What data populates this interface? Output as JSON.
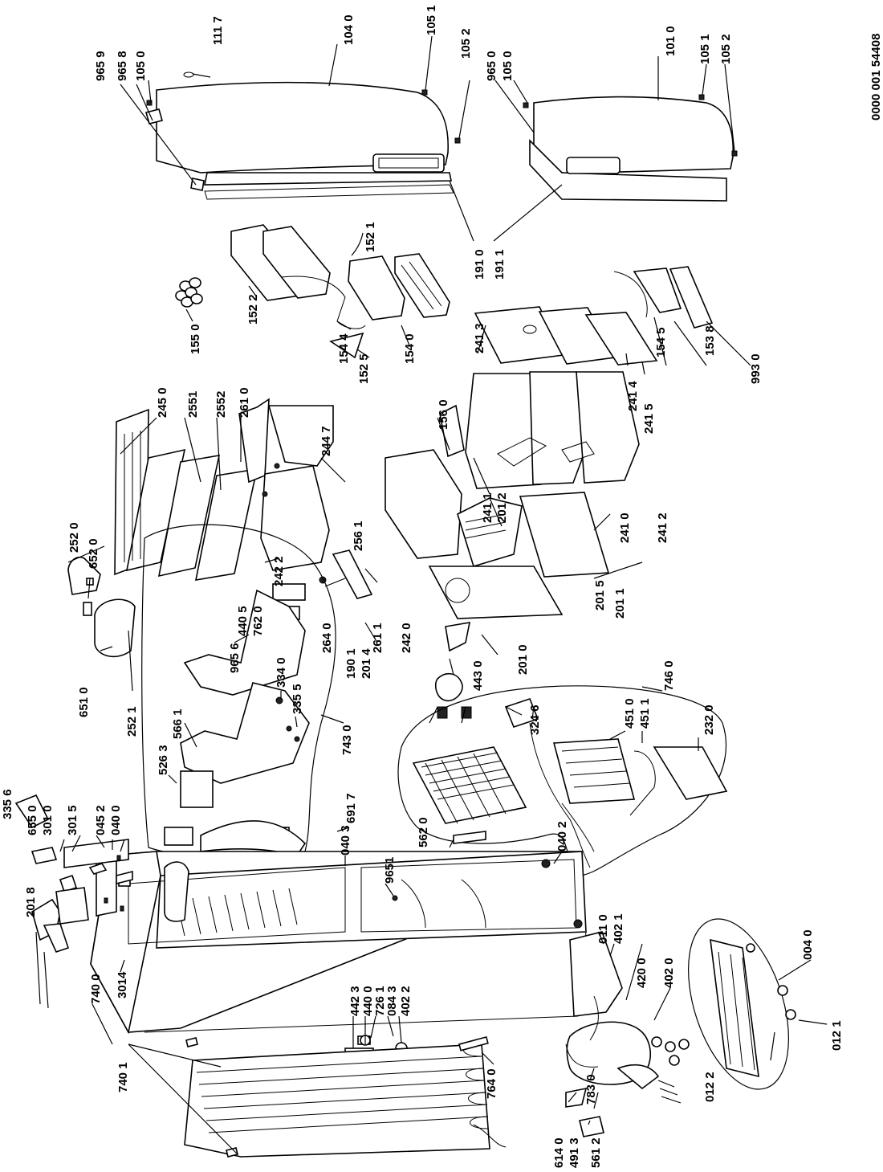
{
  "document_number": "0000 001 54408",
  "parts": [
    {
      "id": "p1117",
      "label": "111 7"
    },
    {
      "id": "p1040",
      "label": "104 0"
    },
    {
      "id": "p1051a",
      "label": "105 1"
    },
    {
      "id": "p1052a",
      "label": "105 2"
    },
    {
      "id": "p9659",
      "label": "965 9"
    },
    {
      "id": "p9658",
      "label": "965 8"
    },
    {
      "id": "p1050a",
      "label": "105 0"
    },
    {
      "id": "p9650",
      "label": "965 0"
    },
    {
      "id": "p1050b",
      "label": "105 0"
    },
    {
      "id": "p1010",
      "label": "101 0"
    },
    {
      "id": "p1051b",
      "label": "105 1"
    },
    {
      "id": "p1052b",
      "label": "105 2"
    },
    {
      "id": "p1521",
      "label": "152 1"
    },
    {
      "id": "p1910",
      "label": "191 0"
    },
    {
      "id": "p1911",
      "label": "191 1"
    },
    {
      "id": "p1522",
      "label": "152 2"
    },
    {
      "id": "p1550",
      "label": "155 0"
    },
    {
      "id": "p1544",
      "label": "154 4"
    },
    {
      "id": "p1525",
      "label": "152 5"
    },
    {
      "id": "p1540",
      "label": "154 0"
    },
    {
      "id": "p2413",
      "label": "241 3"
    },
    {
      "id": "p2414",
      "label": "241 4"
    },
    {
      "id": "p2415",
      "label": "241 5"
    },
    {
      "id": "p1545",
      "label": "154 5"
    },
    {
      "id": "p1538",
      "label": "153 8"
    },
    {
      "id": "p9930",
      "label": "993 0"
    },
    {
      "id": "p2450",
      "label": "245 0"
    },
    {
      "id": "p2551",
      "label": "2551"
    },
    {
      "id": "p2552",
      "label": "2552"
    },
    {
      "id": "p2610",
      "label": "261 0"
    },
    {
      "id": "p2447",
      "label": "244 7"
    },
    {
      "id": "p1560",
      "label": "156 0"
    },
    {
      "id": "p2411",
      "label": "241 1"
    },
    {
      "id": "p2012",
      "label": "201 2"
    },
    {
      "id": "p2410",
      "label": "241 0"
    },
    {
      "id": "p2412",
      "label": "241 2"
    },
    {
      "id": "p2520",
      "label": "252 0"
    },
    {
      "id": "p6520",
      "label": "652 0"
    },
    {
      "id": "p2422",
      "label": "242 2"
    },
    {
      "id": "p2561",
      "label": "256 1"
    },
    {
      "id": "p4405",
      "label": "440 5"
    },
    {
      "id": "p7620",
      "label": "762 0"
    },
    {
      "id": "p2640",
      "label": "264 0"
    },
    {
      "id": "p1901",
      "label": "190 1"
    },
    {
      "id": "p2014",
      "label": "201 4"
    },
    {
      "id": "p2611",
      "label": "261 1"
    },
    {
      "id": "p2420",
      "label": "242 0"
    },
    {
      "id": "p2015",
      "label": "201 5"
    },
    {
      "id": "p2011",
      "label": "201 1"
    },
    {
      "id": "p2010",
      "label": "201 0"
    },
    {
      "id": "p4430",
      "label": "443 0"
    },
    {
      "id": "p7460",
      "label": "746 0"
    },
    {
      "id": "p6510",
      "label": "651 0"
    },
    {
      "id": "p2521",
      "label": "252 1"
    },
    {
      "id": "p9656",
      "label": "965 6"
    },
    {
      "id": "p3340",
      "label": "334 0"
    },
    {
      "id": "p3355",
      "label": "335 5"
    },
    {
      "id": "p5661",
      "label": "566 1"
    },
    {
      "id": "p7430",
      "label": "743 0"
    },
    {
      "id": "p3246",
      "label": "324 6"
    },
    {
      "id": "p4510",
      "label": "451 0"
    },
    {
      "id": "p4511",
      "label": "451 1"
    },
    {
      "id": "p2320",
      "label": "232 0"
    },
    {
      "id": "p6550",
      "label": "655 0"
    },
    {
      "id": "p3010",
      "label": "301 0"
    },
    {
      "id": "p3015",
      "label": "301 5"
    },
    {
      "id": "p0452",
      "label": "045 2"
    },
    {
      "id": "p0400",
      "label": "040 0"
    },
    {
      "id": "p5263",
      "label": "526 3"
    },
    {
      "id": "p6917",
      "label": "691 7"
    },
    {
      "id": "p0403",
      "label": "040 3"
    },
    {
      "id": "p9651",
      "label": "9651"
    },
    {
      "id": "p5620",
      "label": "562 0"
    },
    {
      "id": "p0402",
      "label": "040 2"
    },
    {
      "id": "p3356",
      "label": "335 6"
    },
    {
      "id": "p2018",
      "label": "201 8"
    },
    {
      "id": "p3014",
      "label": "3014"
    },
    {
      "id": "p7400",
      "label": "740 0"
    },
    {
      "id": "p4423",
      "label": "442 3"
    },
    {
      "id": "p4400",
      "label": "440 0"
    },
    {
      "id": "p7261",
      "label": "726 1"
    },
    {
      "id": "p0843",
      "label": "084 3"
    },
    {
      "id": "p4022a",
      "label": "402 2"
    },
    {
      "id": "p0110",
      "label": "011 0"
    },
    {
      "id": "p4021",
      "label": "402 1"
    },
    {
      "id": "p4200",
      "label": "420 0"
    },
    {
      "id": "p4020",
      "label": "402 0"
    },
    {
      "id": "p0040",
      "label": "004 0"
    },
    {
      "id": "p7401",
      "label": "740 1"
    },
    {
      "id": "p7640",
      "label": "764 0"
    },
    {
      "id": "p7830",
      "label": "783 0"
    },
    {
      "id": "p6140",
      "label": "614 0"
    },
    {
      "id": "p4913",
      "label": "491 3"
    },
    {
      "id": "p5612",
      "label": "561 2"
    },
    {
      "id": "p0122",
      "label": "012 2"
    },
    {
      "id": "p0121",
      "label": "012 1"
    }
  ]
}
